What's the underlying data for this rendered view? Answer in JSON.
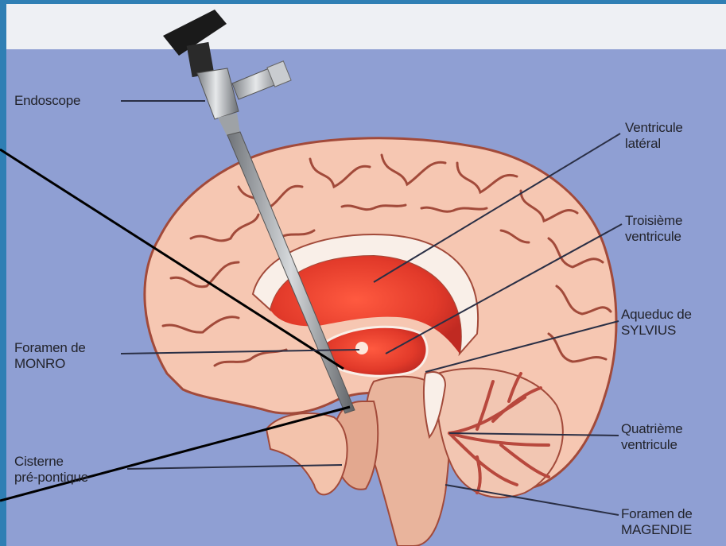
{
  "labels": {
    "endoscope": "Endoscope",
    "ventricule_lateral": [
      "Ventricule",
      "latéral"
    ],
    "troisieme_ventricule": [
      "Troisième",
      "ventricule"
    ],
    "aqueduc": [
      "Aqueduc de",
      "SYLVIUS"
    ],
    "foramen_monro": [
      "Foramen de",
      "MONRO"
    ],
    "quatrieme_ventricule": [
      "Quatrième",
      "ventricule"
    ],
    "cisterne": [
      "Cisterne",
      "pré-pontique"
    ],
    "foramen_magendie": [
      "Foramen de",
      "MAGENDIE"
    ]
  },
  "colors": {
    "background_panel": "#8f9fd3",
    "frame_blue": "#2f7fb4",
    "brain_cortex": "#f6c7b2",
    "sulci": "#a24a3a",
    "ventricle": "#e23a2a",
    "corpus_callosum": "#f9efe8",
    "brainstem": "#e9b49c",
    "cerebellum": "#b8483d",
    "leader_line": "#2a2f45",
    "annotation_line": "#000000"
  }
}
